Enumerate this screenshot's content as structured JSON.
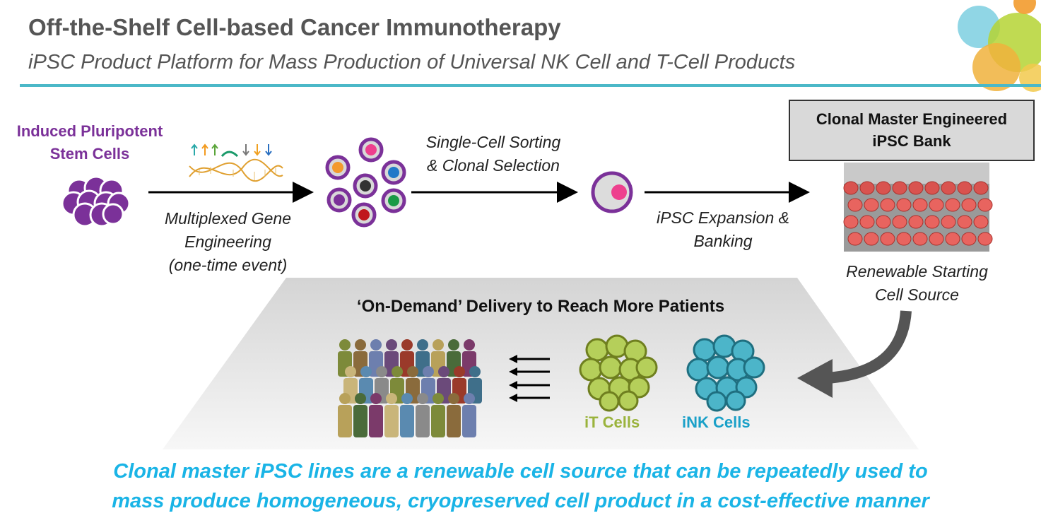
{
  "header": {
    "title": "Off-the-Shelf Cell-based Cancer Immunotherapy",
    "subtitle": "iPSC Product Platform for Mass Production of Universal NK Cell and T-Cell Products"
  },
  "workflow": {
    "source_label_line1": "Induced Pluripotent",
    "source_label_line2": "Stem Cells",
    "step1_line1": "Multiplexed Gene",
    "step1_line2": "Engineering",
    "step1_line3": "(one-time event)",
    "step2_line1": "Single-Cell Sorting",
    "step2_line2": "& Clonal Selection",
    "step3_line1": "iPSC Expansion &",
    "step3_line2": "Banking",
    "bank_line1": "Clonal Master Engineered",
    "bank_line2": "iPSC Bank",
    "renewable_line1": "Renewable Starting",
    "renewable_line2": "Cell Source"
  },
  "delivery": {
    "title": "‘On-Demand’ Delivery to Reach More Patients",
    "it_cells": "iT Cells",
    "ink_cells": "iNK Cells"
  },
  "footer": {
    "line1": "Clonal master iPSC lines are a renewable cell source that can be repeatedly used to",
    "line2": "mass produce homogeneous, cryopreserved cell product in a cost-effective manner"
  },
  "colors": {
    "ipsc_purple": "#7b3199",
    "it_green": "#9ab33c",
    "ink_teal": "#3aa9bd",
    "accent_teal": "#4bb8c8",
    "footer_blue": "#1ab4e6"
  }
}
